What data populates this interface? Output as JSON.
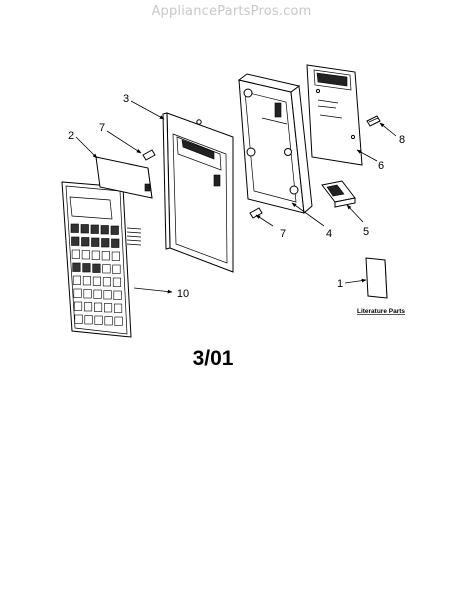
{
  "watermark": "AppliancePartsPros.com",
  "date_code": "3/01",
  "literature_label": "Literature Parts",
  "callouts": {
    "c1": "1",
    "c2": "2",
    "c3": "3",
    "c4": "4",
    "c5": "5",
    "c6": "6",
    "c7a": "7",
    "c7b": "7",
    "c8": "8",
    "c10": "10"
  }
}
